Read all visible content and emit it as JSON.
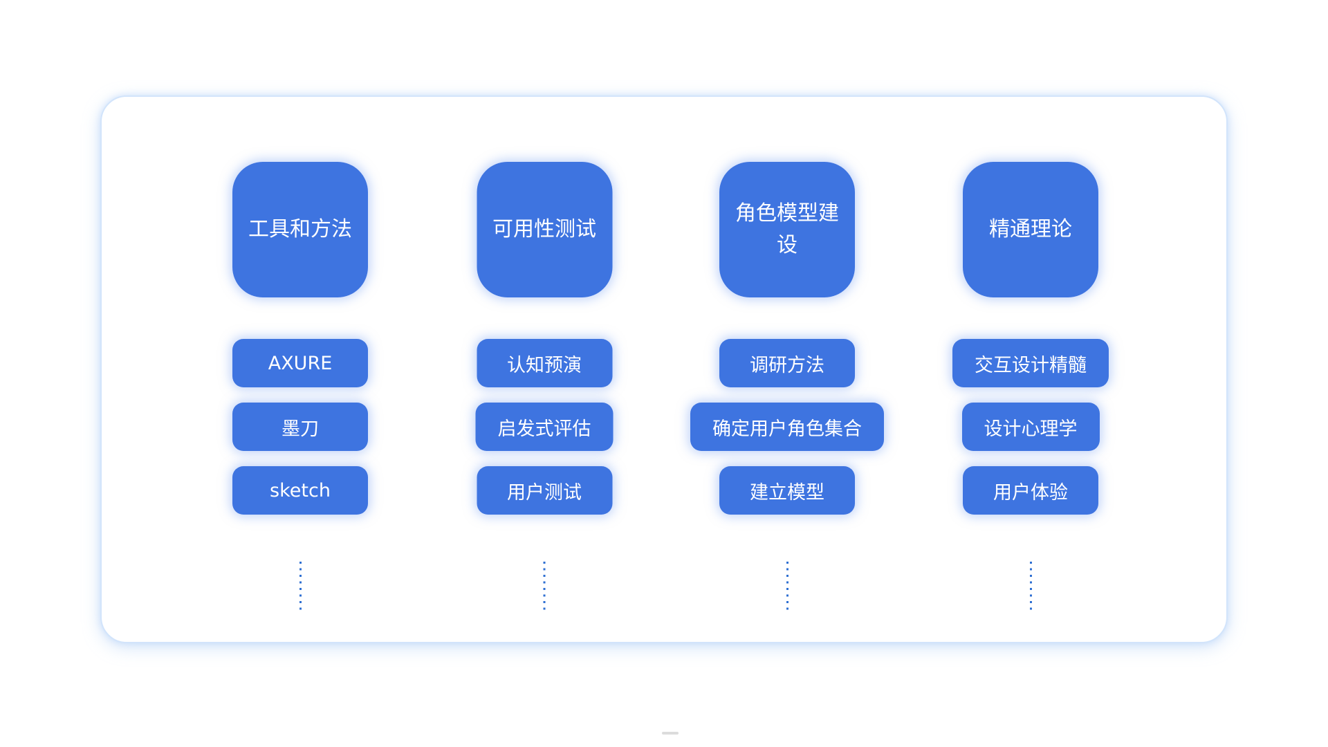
{
  "diagram": {
    "type": "mindmap-columns",
    "colors": {
      "node_blue": "#3e74e0",
      "node_text": "#ffffff",
      "node_glow": "rgba(130,168,244,0.5)",
      "card_border": "#d2e4fb",
      "dot_connector": "#2e6fd2"
    },
    "columns": [
      {
        "header": "工具和方法",
        "items": [
          "AXURE",
          "墨刀",
          "sketch"
        ]
      },
      {
        "header": "可用性测试",
        "items": [
          "认知预演",
          "启发式评估",
          "用户测试"
        ]
      },
      {
        "header": "角色模型建设",
        "items": [
          "调研方法",
          "确定用户角色集合",
          "建立模型"
        ]
      },
      {
        "header": "精通理论",
        "items": [
          "交互设计精髓",
          "设计心理学",
          "用户体验"
        ]
      }
    ]
  }
}
